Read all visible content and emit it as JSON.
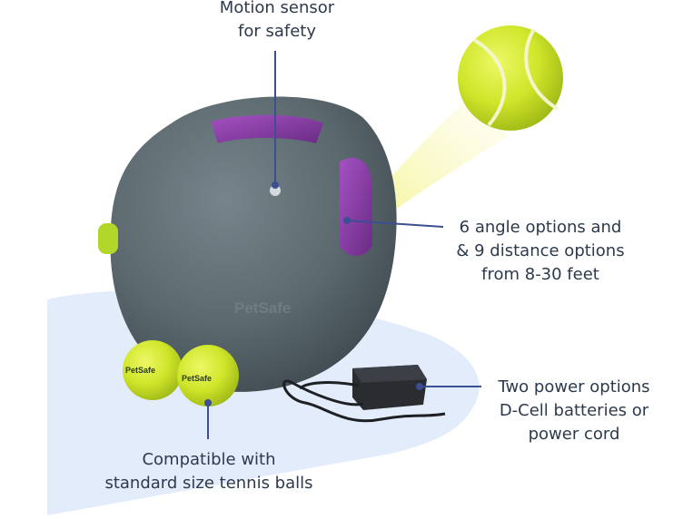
{
  "callouts": {
    "motion_sensor": [
      "Motion sensor",
      "for safety"
    ],
    "angle_distance": [
      "6 angle options and",
      "& 9 distance options",
      "from 8-30 feet"
    ],
    "power": [
      "Two power options",
      "D-Cell batteries or",
      "power cord"
    ],
    "balls": [
      "Compatible with",
      "standard size tennis balls"
    ]
  },
  "brand_marks": {
    "device": "PetSafe",
    "ball": "PetSafe"
  },
  "colors": {
    "accent_line": "#3b4f92",
    "label_text": "#2d3a4c",
    "backdrop": "#e3ecfa",
    "device_body": "#5c6a70",
    "interior": "#8a3fa6",
    "tennis_ball": "#cfe62a",
    "adapter": "#2a2c30"
  }
}
